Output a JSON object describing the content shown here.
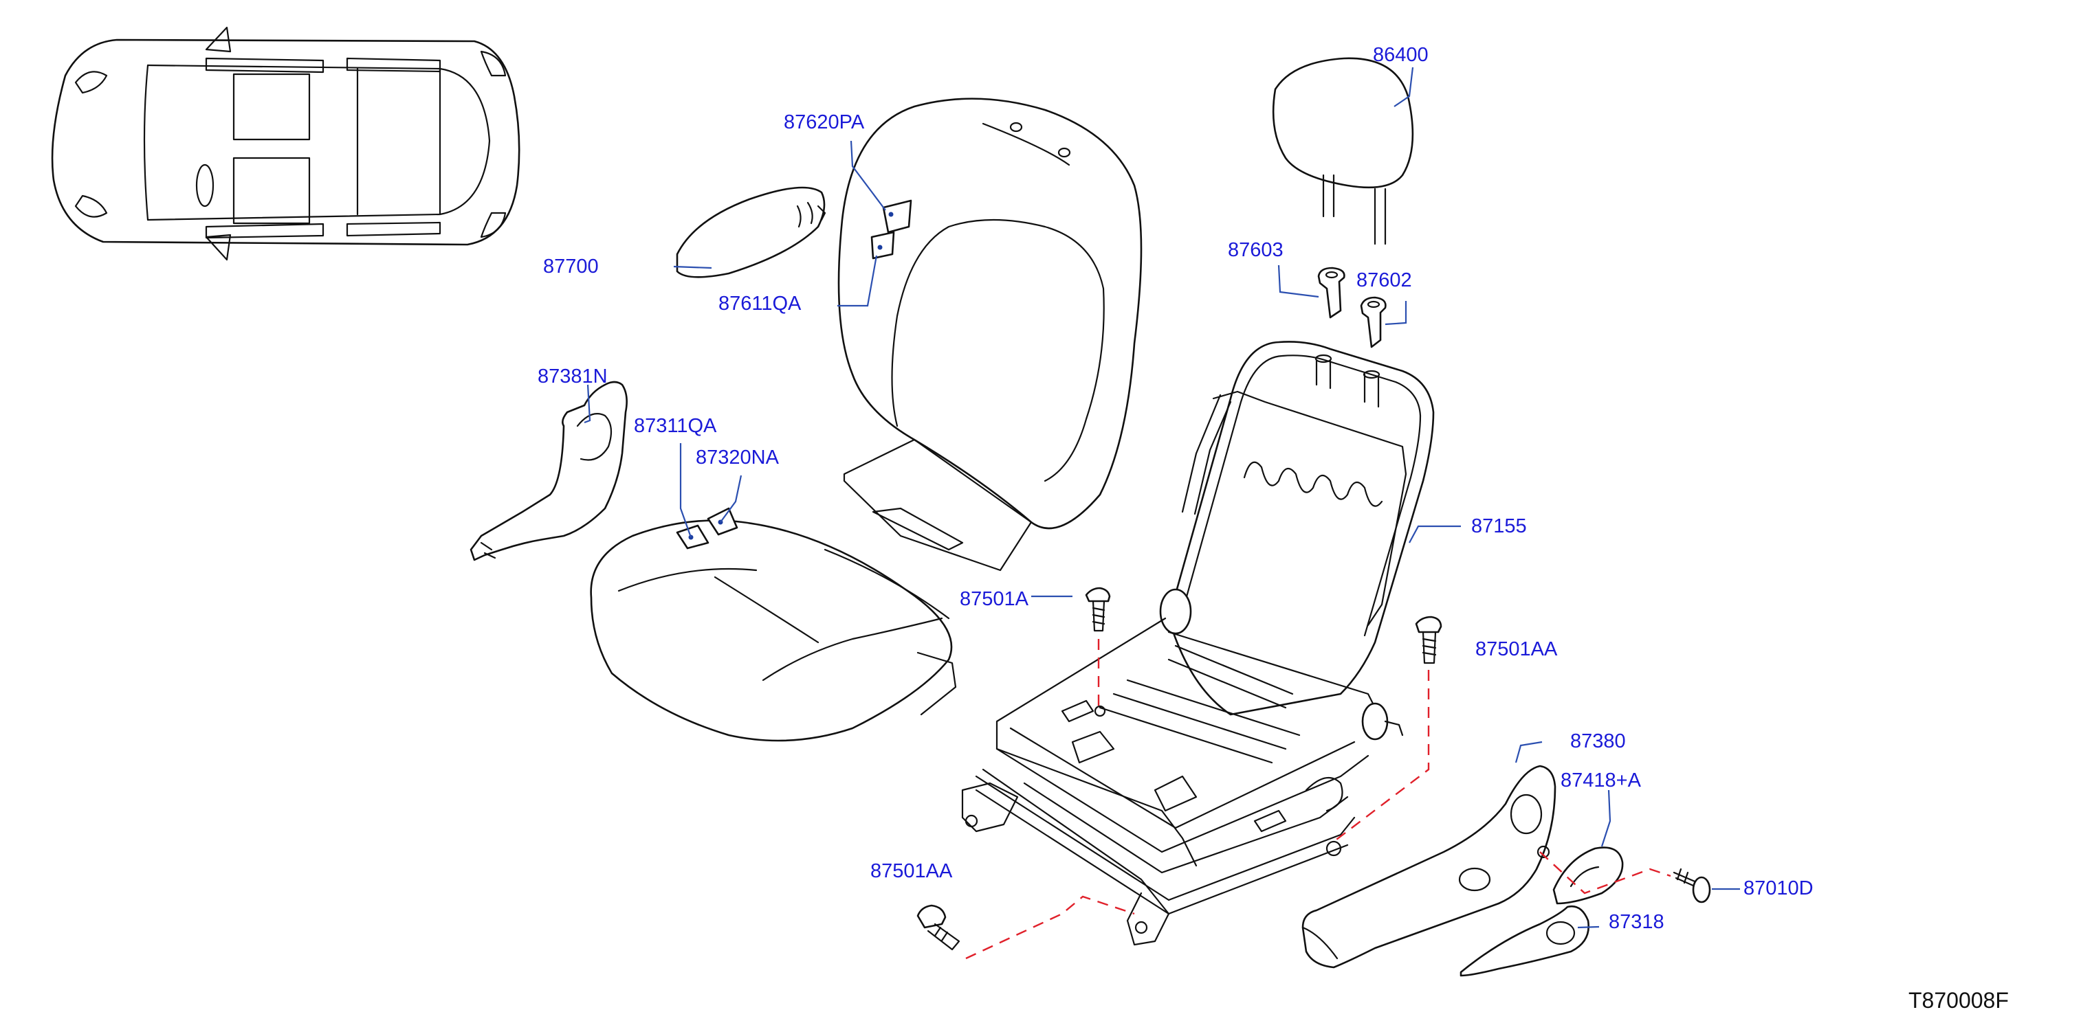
{
  "diagram": {
    "drawing_code": "T870008F",
    "colors": {
      "label": "#1a1ad8",
      "leader": "#2b4fb0",
      "line_art": "#111111",
      "phantom_line": "#e0202a",
      "locator_fill": "#000000"
    },
    "parts": [
      {
        "id": "86400",
        "label": "86400"
      },
      {
        "id": "87620PA",
        "label": "87620PA"
      },
      {
        "id": "87700",
        "label": "87700"
      },
      {
        "id": "87611QA",
        "label": "87611QA"
      },
      {
        "id": "87603",
        "label": "87603"
      },
      {
        "id": "87602",
        "label": "87602"
      },
      {
        "id": "87381N",
        "label": "87381N"
      },
      {
        "id": "87311QA",
        "label": "87311QA"
      },
      {
        "id": "87320NA",
        "label": "87320NA"
      },
      {
        "id": "87155",
        "label": "87155"
      },
      {
        "id": "87501A",
        "label": "87501A"
      },
      {
        "id": "87501AA-right",
        "label": "87501AA"
      },
      {
        "id": "87380",
        "label": "87380"
      },
      {
        "id": "87418+A",
        "label": "87418+A"
      },
      {
        "id": "87501AA-bottom",
        "label": "87501AA"
      },
      {
        "id": "87010D",
        "label": "87010D"
      },
      {
        "id": "87318",
        "label": "87318"
      }
    ]
  }
}
